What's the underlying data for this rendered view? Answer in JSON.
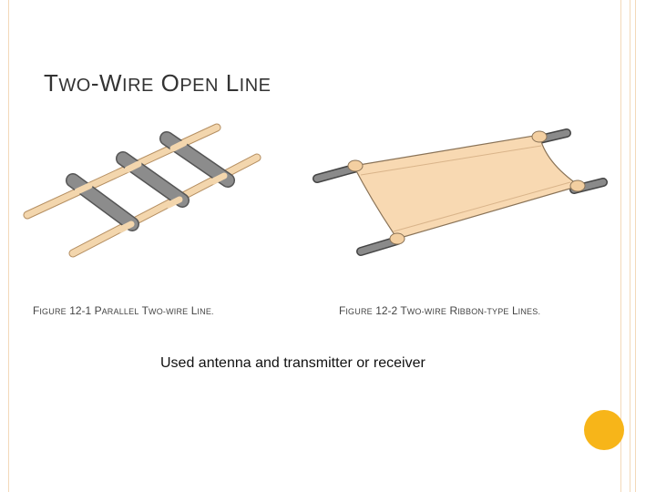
{
  "slide": {
    "title": "TWO-WIRE OPEN LINE",
    "subtitle": "Used antenna and transmitter or receiver"
  },
  "figures": [
    {
      "caption": "FIGURE 12-1 PARALLEL TWO-WIRE LINE."
    },
    {
      "caption": "FIGURE 12-2 TWO-WIRE RIBBON-TYPE LINES."
    }
  ],
  "colors": {
    "border": "#f3d9b9",
    "accent_dot": "#f7b519",
    "wire": "#f0d2a6",
    "spacer": "#8a8a8a",
    "ribbon": "#f8d9b2"
  }
}
